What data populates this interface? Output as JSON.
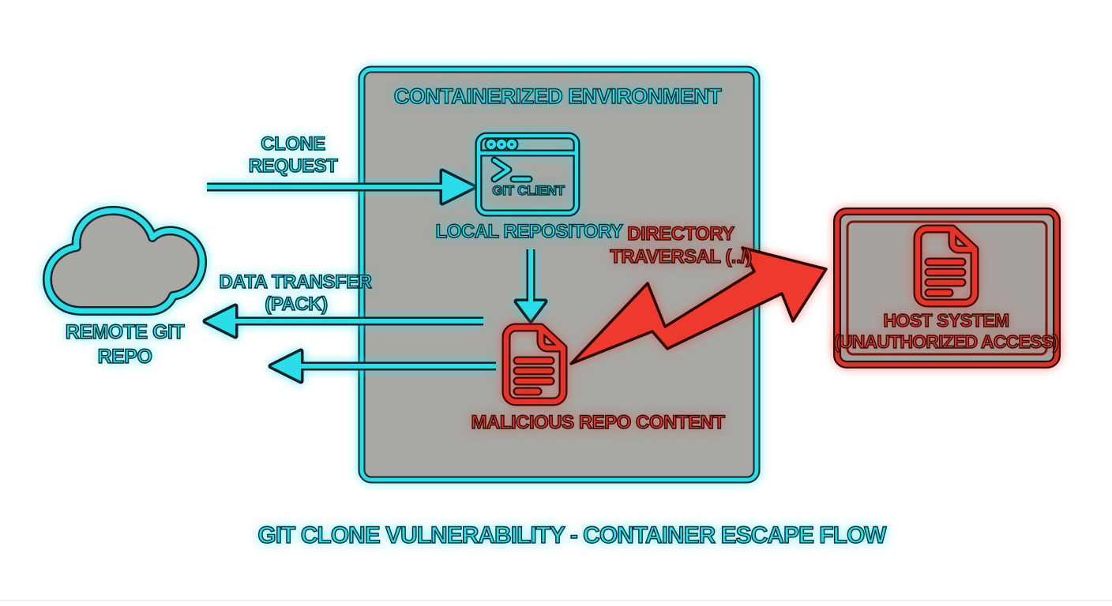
{
  "diagram_title": "GIT CLONE VULNERABILITY - CONTAINER ESCAPE FLOW",
  "container": {
    "label": "CONTAINERIZED ENVIRONMENT"
  },
  "nodes": {
    "remote_repo": {
      "icon": "cloud-icon",
      "line1": "REMOTE GIT",
      "line2": "REPO"
    },
    "git_client": {
      "icon": "terminal-window-icon",
      "label": "GIT CLIENT"
    },
    "local_repository": {
      "label": "LOCAL REPOSITORY"
    },
    "malicious_repo_content": {
      "icon": "document-icon",
      "label": "MALICIOUS REPO CONTENT"
    },
    "host_system": {
      "icon": "document-icon",
      "line1": "HOST SYSTEM",
      "line2": "(UNAUTHORIZED ACCESS)"
    }
  },
  "edges": {
    "clone_request": {
      "line1": "CLONE",
      "line2": "REQUEST",
      "direction": "right"
    },
    "data_transfer": {
      "line1": "DATA TRANSFER",
      "line2": "(PACK)",
      "direction": "left"
    },
    "repo_to_malicious": {
      "direction": "down"
    },
    "directory_traversal": {
      "line1": "DIRECTORY",
      "line2": "TRAVERSAL (../)",
      "icon": "lightning-bolt-arrow",
      "direction": "up-right"
    }
  },
  "colors": {
    "cyan": "#2adde6",
    "cyan_outline": "#0c2b33",
    "red": "#e4352b",
    "red_outline": "#330b08",
    "container_fill": "#a9a8a4",
    "host_fill": "#a8a29e",
    "background": "#ffffff"
  }
}
